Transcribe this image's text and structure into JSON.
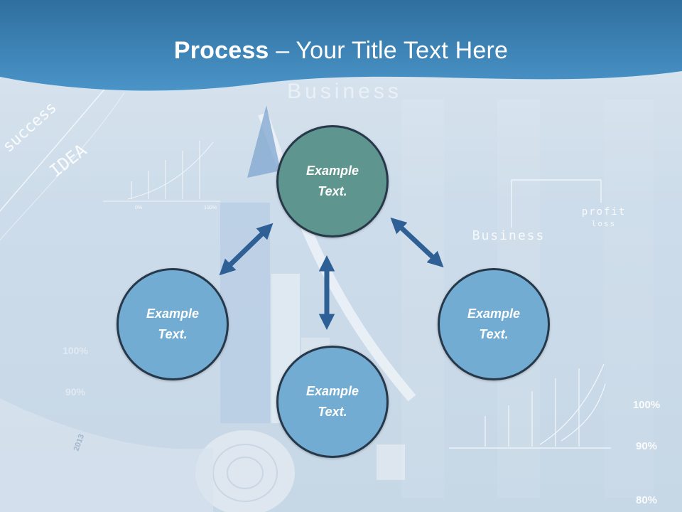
{
  "slide": {
    "title_bold": "Process",
    "title_rest": " – Your Title Text Here"
  },
  "background": {
    "business_large": "Business",
    "business_small": "Business",
    "profit": "profit",
    "loss": "loss",
    "success": "success",
    "idea": "IDEA",
    "pct_100_right": "100%",
    "pct_90_right": "90%",
    "pct_80_right": "80%",
    "pct_100_left": "100%",
    "pct_90_left": "90%",
    "small_0": "0%",
    "small_100": "100%",
    "year_2013": "2013"
  },
  "nodes": {
    "top": {
      "line1": "Example",
      "line2": "Text."
    },
    "left": {
      "line1": "Example",
      "line2": "Text."
    },
    "right": {
      "line1": "Example",
      "line2": "Text."
    },
    "bottom": {
      "line1": "Example",
      "line2": "Text."
    }
  },
  "colors": {
    "top_node": "#5e958f",
    "side_node": "#72acd3",
    "arrow": "#2e5f95",
    "title_band": "#3f86bd"
  }
}
